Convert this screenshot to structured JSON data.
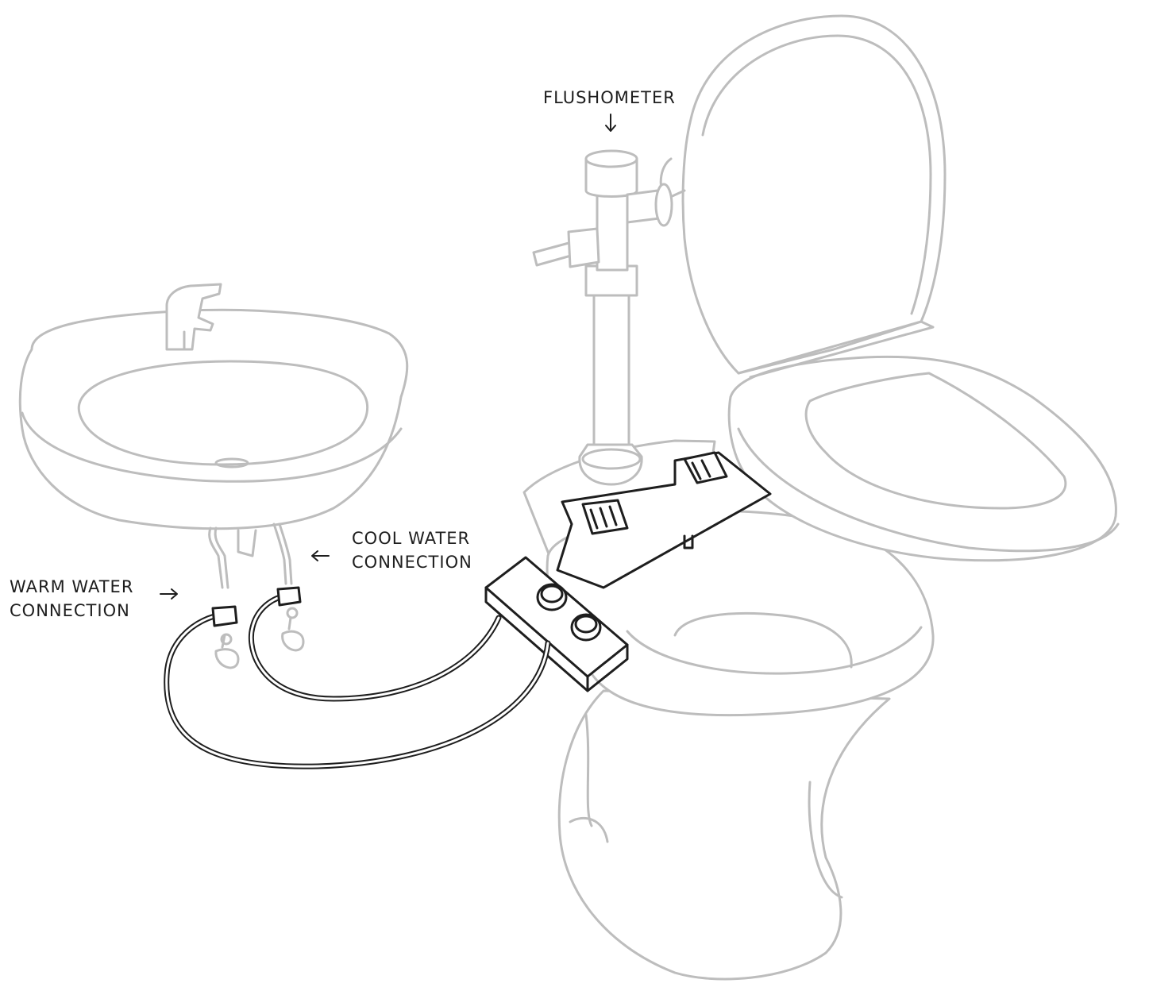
{
  "labels": {
    "flushometer": "FLUSHOMETER",
    "cool_water": [
      "COOL WATER",
      "CONNECTION"
    ],
    "warm_water": [
      "WARM WATER",
      "CONNECTION"
    ]
  },
  "colors": {
    "fixture_line": "#bdbdbd",
    "device_line": "#1e1e1e",
    "background": "#ffffff"
  }
}
